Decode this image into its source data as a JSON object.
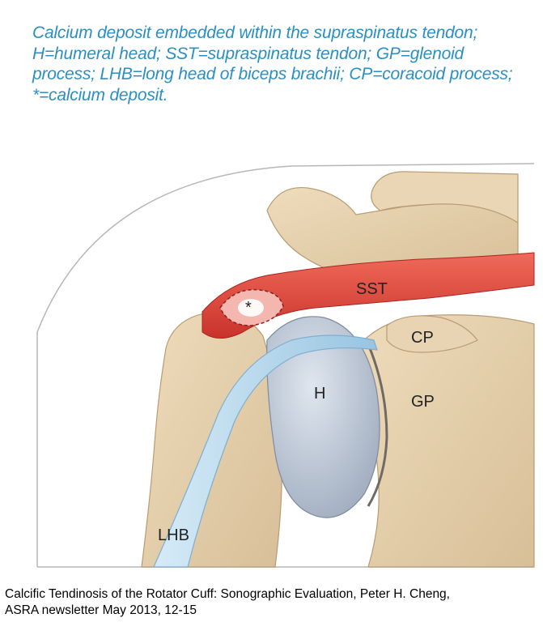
{
  "caption": {
    "lines": [
      "Calcium deposit embedded within the supraspinatus tendon;",
      "H=humeral head; SST=supraspinatus tendon; GP=glenoid",
      "process; LHB=long head of biceps brachii; CP=coracoid process;",
      "*=calcium deposit."
    ]
  },
  "labels": {
    "sst": "SST",
    "cp": "CP",
    "h": "H",
    "gp": "GP",
    "lhb": "LHB",
    "deposit": "*"
  },
  "citation": {
    "lines": [
      "Calcific Tendinosis of the Rotator Cuff: Sonographic Evaluation, Peter H. Cheng,",
      "ASRA newsletter May 2013, 12-15"
    ]
  },
  "colors": {
    "caption": "#2a8fc4",
    "bone": "#e6d1b0",
    "tendon": "#e2453c",
    "humeral_head": "#b9c4d4",
    "biceps": "#bfdcee"
  }
}
